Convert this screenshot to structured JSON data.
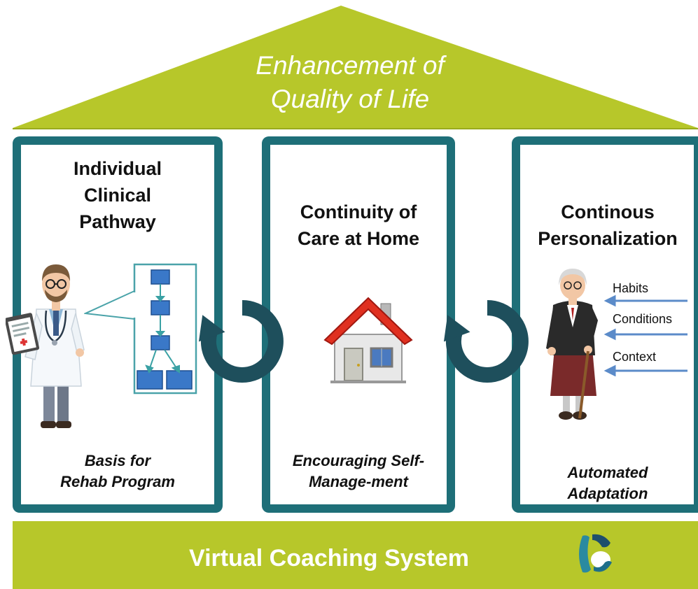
{
  "roof": {
    "title_line1": "Enhancement of",
    "title_line2": "Quality of Life",
    "color": "#b7c72a"
  },
  "pillars": [
    {
      "title_lines": [
        "Individual",
        "Clinical",
        "Pathway"
      ],
      "footer_lines": [
        "Basis for",
        "Rehab Program"
      ]
    },
    {
      "title_lines": [
        "Continuity of",
        "Care at Home"
      ],
      "footer_lines": [
        "Encouraging Self-",
        "Manage-ment"
      ]
    },
    {
      "title_lines": [
        "Continous",
        "Personalization"
      ],
      "footer_lines": [
        "Automated",
        "Adaptation"
      ]
    }
  ],
  "factors": [
    "Habits",
    "Conditions",
    "Context"
  ],
  "base": {
    "title": "Virtual Coaching System",
    "color": "#b7c72a"
  },
  "colors": {
    "pillar_border": "#1e6f78",
    "cycle_arrow": "#1e4f5c",
    "factor_arrow": "#5b8bc9",
    "flow_box": "#3a78c8"
  },
  "icons": [
    "doctor-icon",
    "flowchart-icon",
    "house-icon",
    "elderly-woman-icon",
    "cycle-arrow-icon",
    "logo-icon"
  ]
}
